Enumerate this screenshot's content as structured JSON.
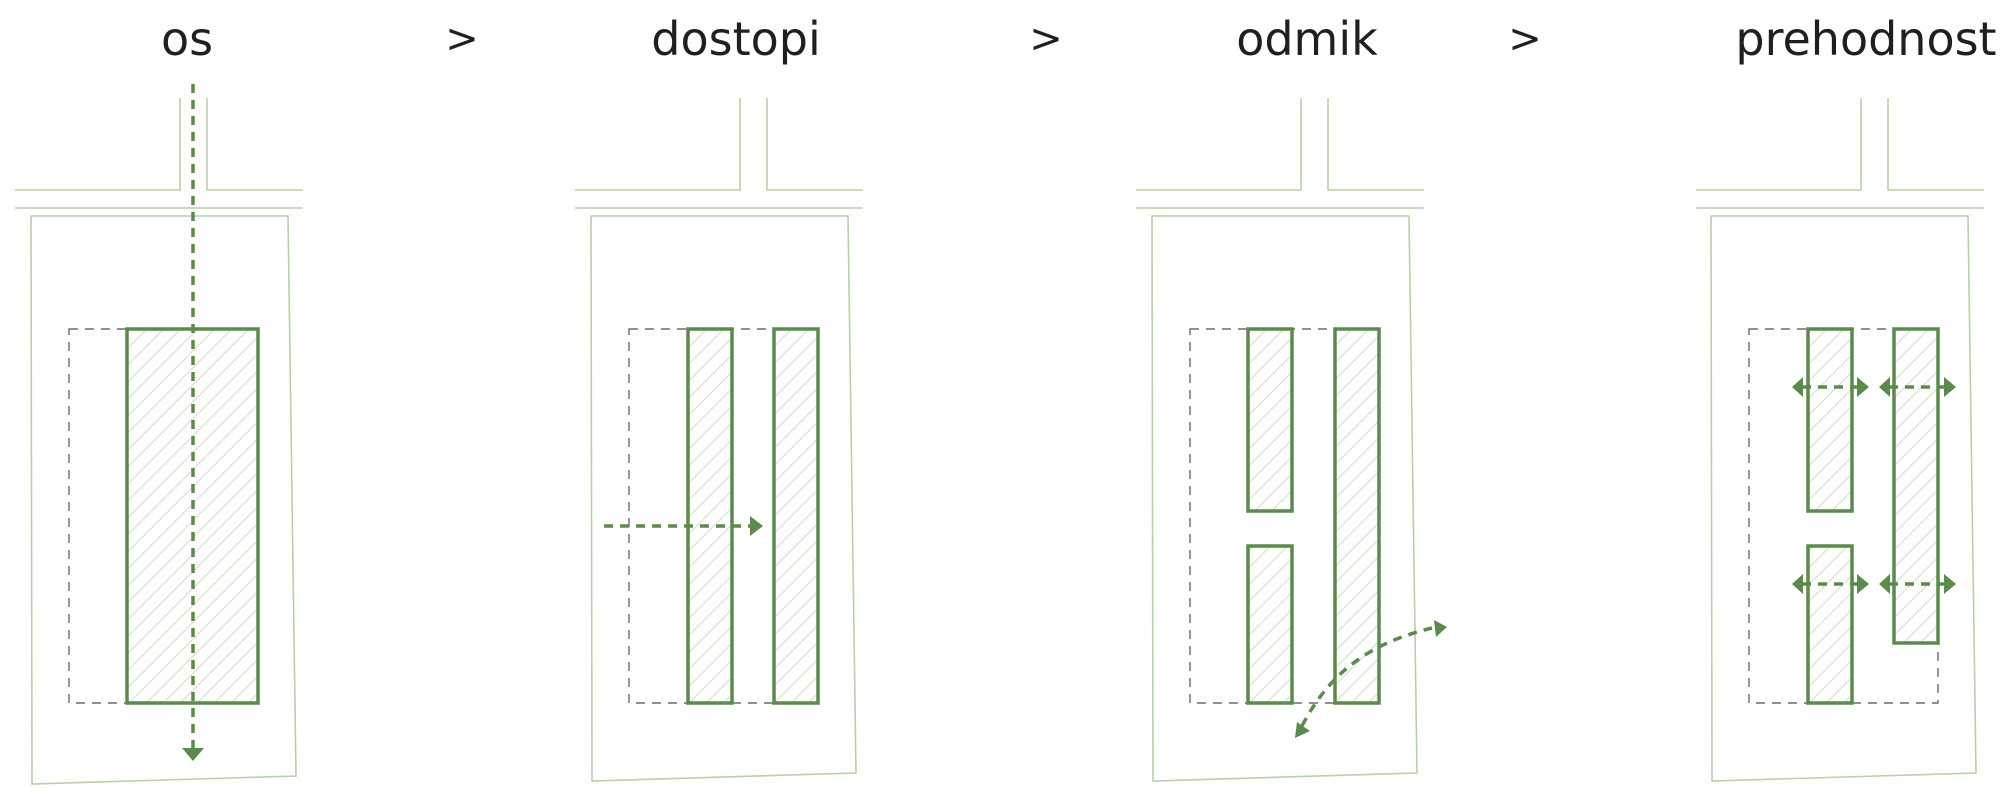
{
  "colors": {
    "accent": "#5c8a4e",
    "light_line": "#b7d1a9",
    "hatch": "#cfdcc6",
    "dashed_outline": "#6b6b6b",
    "text": "#1f1f1f"
  },
  "steps": [
    {
      "title": "os",
      "icon": "axis-arrow-icon"
    },
    {
      "title": "dostopi",
      "icon": "access-arrow-icon"
    },
    {
      "title": "odmik",
      "icon": "offset-curved-arrow-icon"
    },
    {
      "title": "prehodnost",
      "icon": "permeability-double-arrow-icon"
    }
  ],
  "separators": [
    ">",
    ">",
    ">"
  ]
}
